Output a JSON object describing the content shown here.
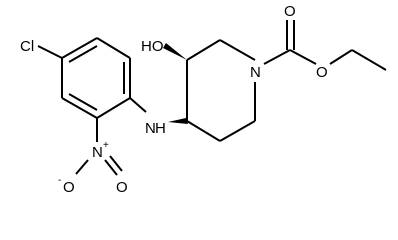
{
  "molecule": {
    "atom_labels": {
      "chlorine": "Cl",
      "hydroxyl": "HO",
      "amine": "N",
      "amine_h": "H",
      "ring_nitrogen": "N",
      "carbonyl_oxygen": "O",
      "ester_oxygen": "O",
      "nitro_nitrogen": "N",
      "nitro_charge_n": "+",
      "nitro_oxygen_double": "O",
      "nitro_oxygen_single": "O",
      "nitro_charge_o": "-"
    },
    "colors": {
      "ink": "#000000",
      "background": "#ffffff"
    }
  }
}
